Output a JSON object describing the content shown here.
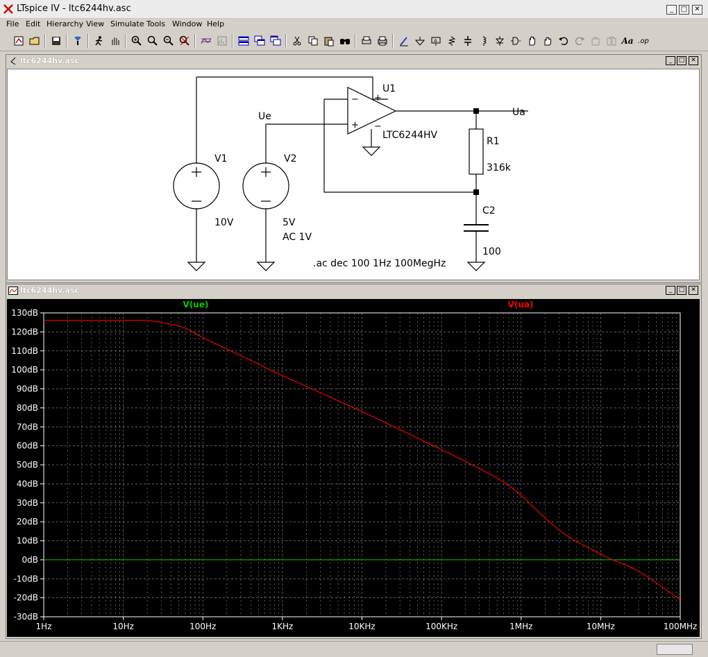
{
  "app": {
    "title": "LTspice IV - ltc6244hv.asc"
  },
  "menu": [
    {
      "label": "File"
    },
    {
      "label": "Edit"
    },
    {
      "label": "Hierarchy"
    },
    {
      "label": "View"
    },
    {
      "label": "Simulate"
    },
    {
      "label": "Tools"
    },
    {
      "label": "Window"
    },
    {
      "label": "Help"
    }
  ],
  "toolbar": {
    "icons": [
      "new-schematic-icon",
      "open-icon",
      "save-icon",
      "control-panel-icon",
      "run-icon",
      "halt-icon",
      "zoom-in-icon",
      "zoom-back-icon",
      "zoom-out-icon",
      "zoom-fit-icon",
      "autorange-icon",
      "fft-icon",
      "tile-horizontal-icon",
      "cascade-icon",
      "tile-vertical-icon",
      "cut-icon",
      "copy-icon",
      "paste-icon",
      "find-icon",
      "print-setup-icon",
      "print-icon",
      "wire-icon",
      "ground-icon",
      "label-icon",
      "resistor-icon",
      "capacitor-icon",
      "inductor-icon",
      "diode-icon",
      "component-icon",
      "move-icon",
      "drag-icon",
      "undo-icon",
      "redo-icon",
      "rotate-icon",
      "mirror-icon",
      "text-icon",
      "spice-directive-icon"
    ],
    "text_label": "Aa",
    "op_label": ".op"
  },
  "schematic_window": {
    "title": "ltc6244hv.asc",
    "parts": {
      "v1": {
        "name": "V1",
        "value": "10V"
      },
      "v2": {
        "name": "V2",
        "value": "5V",
        "ac": "AC 1V"
      },
      "u1": {
        "name": "U1",
        "model": "LTC6244HV"
      },
      "r1": {
        "name": "R1",
        "value": "316k"
      },
      "c2": {
        "name": "C2",
        "value": "100"
      }
    },
    "net_labels": {
      "input": "Ue",
      "output": "Ua"
    },
    "opamp_pins": {
      "plus": "+",
      "minus": "−"
    },
    "directive": ".ac dec 100 1Hz 100MegHz"
  },
  "plot_window": {
    "title": "ltc6244hv.asc"
  },
  "chart_data": {
    "type": "line",
    "title": "",
    "xscale": "log",
    "xlim": [
      1,
      100000000
    ],
    "ylim": [
      -30,
      130
    ],
    "grid": true,
    "x_ticks": [
      "1Hz",
      "10Hz",
      "100Hz",
      "1KHz",
      "10KHz",
      "100KHz",
      "1MHz",
      "10MHz",
      "100MHz"
    ],
    "y_ticks": [
      "130dB",
      "120dB",
      "110dB",
      "100dB",
      "90dB",
      "80dB",
      "70dB",
      "60dB",
      "50dB",
      "40dB",
      "30dB",
      "20dB",
      "10dB",
      "0dB",
      "-10dB",
      "-20dB",
      "-30dB"
    ],
    "series": [
      {
        "name": "V(ue)",
        "color": "#00cc00",
        "x": [
          1,
          100000000
        ],
        "y": [
          0,
          0
        ]
      },
      {
        "name": "V(ua)",
        "color": "#ff0000",
        "x": [
          1,
          10,
          20,
          40,
          60,
          100,
          200,
          500,
          1000,
          10000,
          100000,
          300000,
          600000,
          1000000,
          2000000,
          4000000,
          10000000,
          14000000,
          30000000,
          100000000
        ],
        "y": [
          126,
          126,
          126,
          124,
          122,
          117,
          111,
          103,
          97,
          78,
          58,
          48,
          41,
          34,
          22,
          12,
          3,
          0,
          -6,
          -21
        ]
      }
    ]
  },
  "colors": {
    "plot_background": "#000000",
    "grid": "#808080",
    "axis_text": "#ffffff",
    "trace_ue": "#00cc00",
    "trace_ua": "#ff0000",
    "schematic_wire": "#000000"
  }
}
